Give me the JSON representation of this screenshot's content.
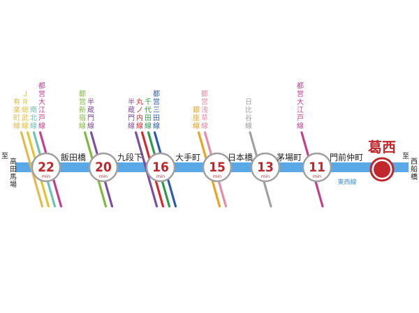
{
  "colors": {
    "main_line": "#5aa8e6",
    "badge_border": "#a0a0a0",
    "badge_number": "#c0282b",
    "destination": "#c0282b",
    "station_text": "#222222",
    "tozai_label": "#3a8fd6"
  },
  "endpoints": {
    "left": "至高田馬場",
    "right": "至西船橋"
  },
  "destination": {
    "name": "葛西",
    "line_label": "東西線"
  },
  "unit_label": "min",
  "stations": [
    {
      "name": "飯田橋",
      "minutes": "22",
      "connections": [
        {
          "label": "有楽町線",
          "color": "#e6b84e"
        },
        {
          "label": "ＪＲ総武線",
          "color": "#e8c22e"
        },
        {
          "label": "南北線",
          "color": "#6cc4b4"
        },
        {
          "label": "都営大江戸線",
          "color": "#c83c8c"
        }
      ]
    },
    {
      "name": "九段下",
      "minutes": "20",
      "connections": [
        {
          "label": "都営新宿線",
          "color": "#7fba3a"
        },
        {
          "label": "半蔵門線",
          "color": "#7d4e9e"
        }
      ]
    },
    {
      "name": "大手町",
      "minutes": "16",
      "connections": [
        {
          "label": "半蔵門線",
          "color": "#7d4e9e"
        },
        {
          "label": "丸ノ内線",
          "color": "#d8282b"
        },
        {
          "label": "千代田線",
          "color": "#2e9b4a"
        },
        {
          "label": "都営三田線",
          "color": "#2a5ab0"
        }
      ]
    },
    {
      "name": "日本橋",
      "minutes": "15",
      "connections": [
        {
          "label": "銀座線",
          "color": "#f0a21e"
        },
        {
          "label": "都営浅草線",
          "color": "#e88aa8"
        }
      ]
    },
    {
      "name": "茅場町",
      "minutes": "13",
      "connections": [
        {
          "label": "日比谷線",
          "color": "#a0a0a0"
        }
      ]
    },
    {
      "name": "門前仲町",
      "minutes": "11",
      "connections": [
        {
          "label": "都営大江戸線",
          "color": "#c83c8c"
        }
      ]
    }
  ]
}
